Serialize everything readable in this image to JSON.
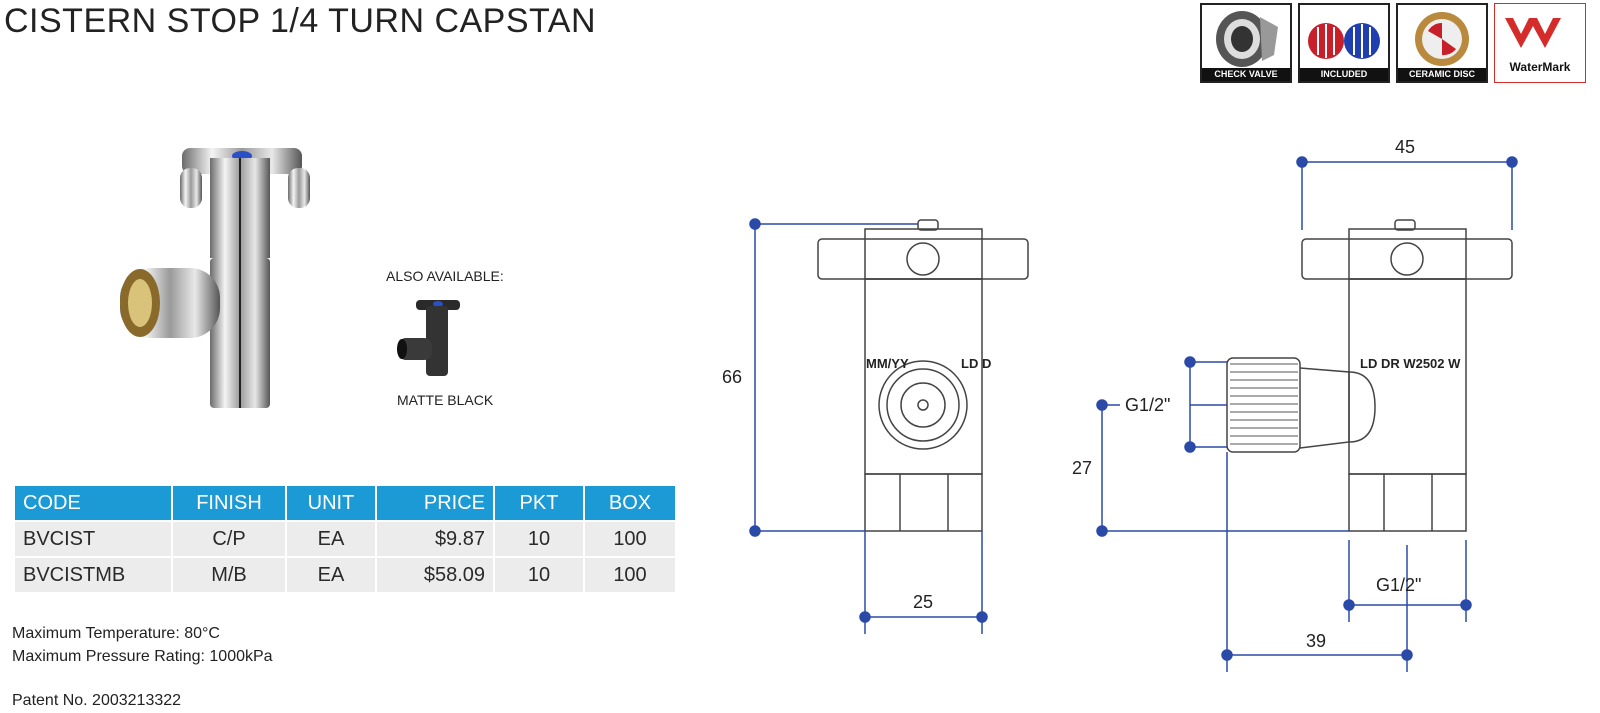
{
  "title": "CISTERN STOP 1/4 TURN CAPSTAN",
  "badges": {
    "check_valve": "CHECK VALVE",
    "included": "INCLUDED",
    "ceramic_disc": "CERAMIC DISC",
    "watermark": "WaterMark",
    "red": "#c8202a",
    "blue": "#1f3fb0",
    "watermark_red": "#d42b2b"
  },
  "also_available": "ALSO AVAILABLE:",
  "matte_black": "MATTE BLACK",
  "table": {
    "headers": [
      "CODE",
      "FINISH",
      "UNIT",
      "PRICE",
      "PKT",
      "BOX"
    ],
    "rows": [
      [
        "BVCIST",
        "C/P",
        "EA",
        "$9.87",
        "10",
        "100"
      ],
      [
        "BVCISTMB",
        "M/B",
        "EA",
        "$58.09",
        "10",
        "100"
      ]
    ],
    "header_color": "#1c9ad6"
  },
  "specs": {
    "temp": "Maximum Temperature: 80°C",
    "pressure": "Maximum Pressure Rating: 1000kPa"
  },
  "patent": "Patent No. 2003213322",
  "dimensions": {
    "height": "66",
    "width_front": "25",
    "width_top": "45",
    "thread_inlet": "G1/2\"",
    "inlet_height": "27",
    "thread_outlet": "G1/2\"",
    "depth": "39",
    "marking_front_left": "MM/YY",
    "marking_front_right": "LD D",
    "marking_side": "LD DR W2502 W"
  }
}
